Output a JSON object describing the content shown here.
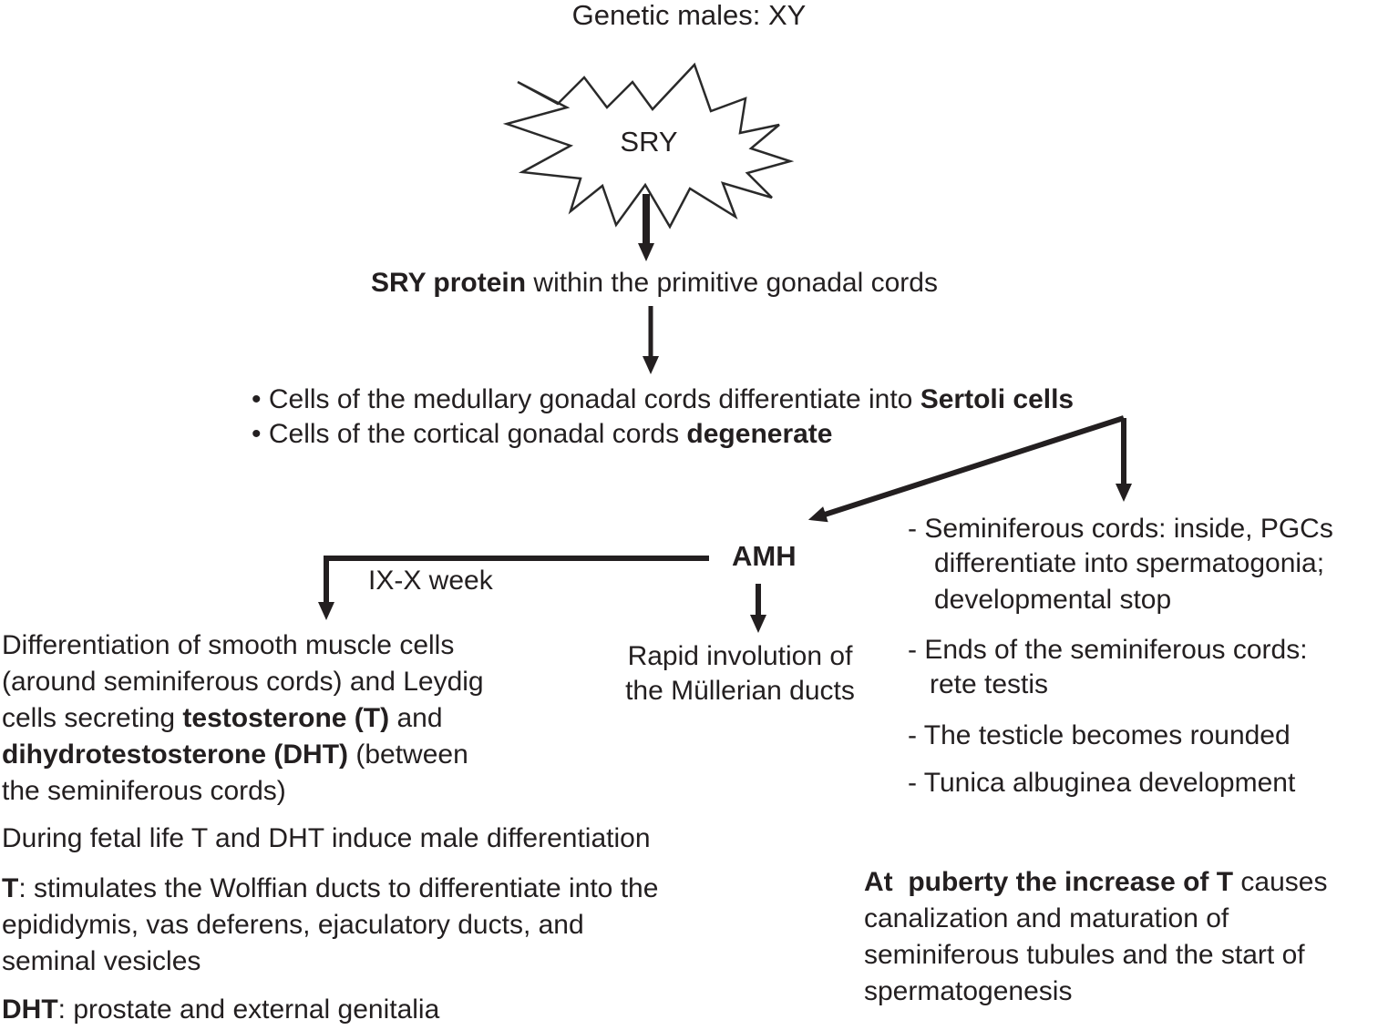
{
  "colors": {
    "ink": "#231f20",
    "background": "#ffffff"
  },
  "title": "Genetic males: XY",
  "starburst": {
    "label": "SRY"
  },
  "sry_protein_line": {
    "bold": "SRY protein",
    "rest": " within the primitive gonadal cords"
  },
  "bullets": [
    {
      "pre": "• Cells of the medullary gonadal cords differentiate into ",
      "bold": "Sertoli cells"
    },
    {
      "pre": "• Cells of the cortical gonadal cords ",
      "bold": "degenerate"
    }
  ],
  "amh_branch": {
    "week_label": "IX-X week",
    "amh_label": "AMH",
    "involution_line1": "Rapid involution of",
    "involution_line2": "the Müllerian ducts"
  },
  "left_block": {
    "l1": "Differentiation of smooth muscle cells",
    "l2": "(around seminiferous cords) and Leydig",
    "l3a": "cells secreting ",
    "l3b": "testosterone (T)",
    "l3c": " and",
    "l4a": "dihydrotestosterone (DHT)",
    "l4b": " (between",
    "l5": "the seminiferous cords)",
    "fetal": "During fetal life T and DHT induce male differentiation",
    "t1a": "T",
    "t1b": ": stimulates the Wolffian ducts to differentiate into the",
    "t2": "epididymis, vas deferens, ejaculatory ducts, and",
    "t3": "seminal vesicles",
    "dht_a": "DHT",
    "dht_b": ": prostate and external genitalia"
  },
  "right_block": {
    "r1a": "- Seminiferous cords: inside, PGCs",
    "r1b": "differentiate into spermatogonia;",
    "r1c": "developmental stop",
    "r2a": "- Ends of the seminiferous cords:",
    "r2b": "rete testis",
    "r3": "- The testicle becomes rounded",
    "r4": "- Tunica albuginea development",
    "puberty_bold": "At  puberty the increase of T",
    "puberty_rest": " causes",
    "p2": "canalization and maturation of",
    "p3": "seminiferous tubules and the start of",
    "p4": "spermatogenesis"
  }
}
